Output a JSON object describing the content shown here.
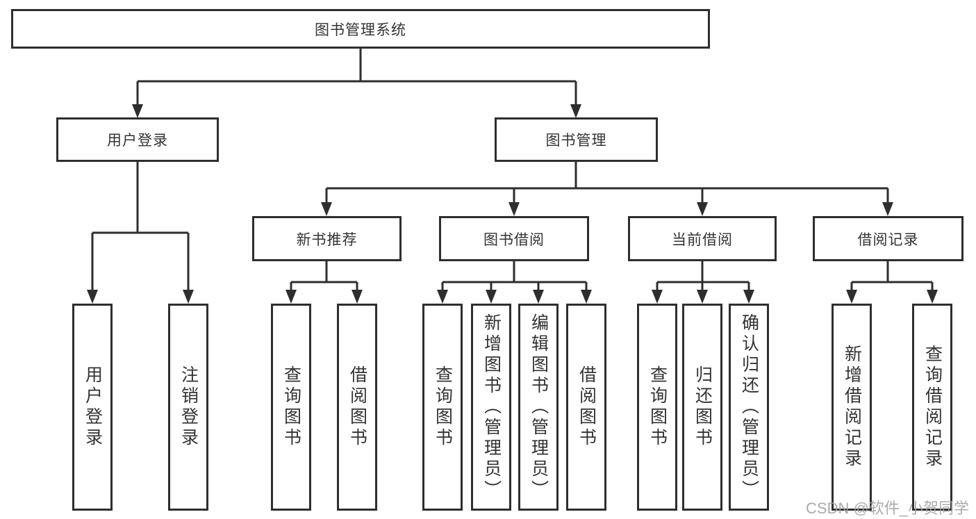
{
  "title": "图书管理系统",
  "tree": {
    "root": "图书管理系统",
    "branches": [
      {
        "label": "用户登录",
        "children": [
          "用户登录",
          "注销登录"
        ]
      },
      {
        "label": "图书管理",
        "groups": [
          {
            "label": "新书推荐",
            "children": [
              "查询图书",
              "借阅图书"
            ]
          },
          {
            "label": "图书借阅",
            "children": [
              "查询图书",
              "新增图书（管理员）",
              "编辑图书（管理员）",
              "借阅图书"
            ]
          },
          {
            "label": "当前借阅",
            "children": [
              "查询图书",
              "归还图书",
              "确认归还（管理员）"
            ]
          },
          {
            "label": "借阅记录",
            "children": [
              "新增借阅记录",
              "查询借阅记录"
            ]
          }
        ]
      }
    ]
  },
  "watermark": "CSDN @软件_小贺同学",
  "colors": {
    "line": "#2e2e2e",
    "text": "#333333",
    "watermark": "#a3a3a3",
    "background": "#ffffff"
  }
}
